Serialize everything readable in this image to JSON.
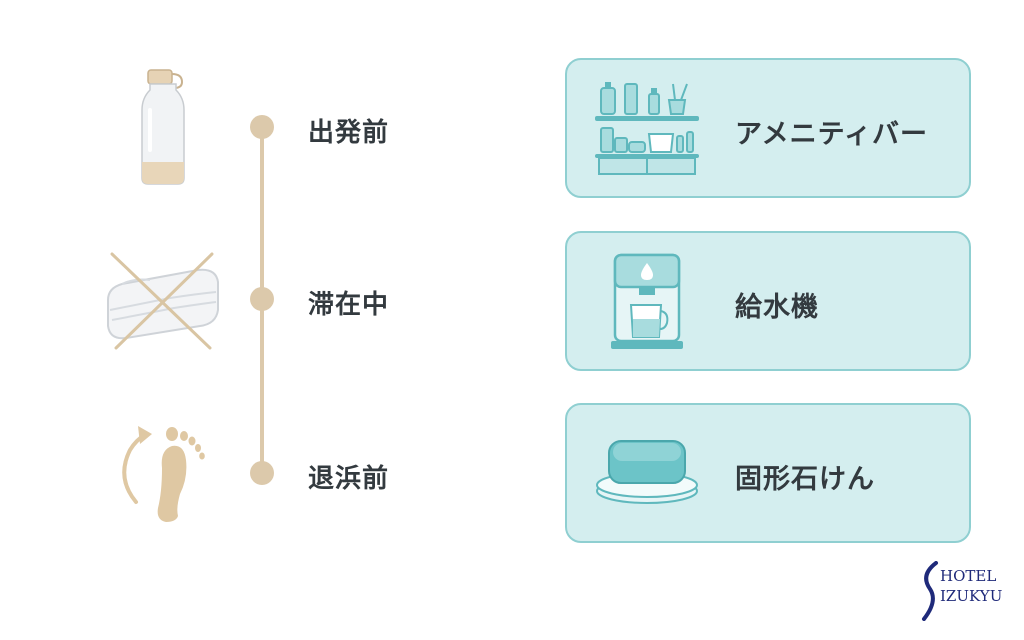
{
  "timeline": {
    "steps": [
      {
        "label": "出発前",
        "icon": "water-bottle-icon"
      },
      {
        "label": "滞在中",
        "icon": "crossed-towel-icon"
      },
      {
        "label": "退浜前",
        "icon": "footprint-arrow-icon"
      }
    ]
  },
  "cards": [
    {
      "label": "アメニティバー",
      "icon": "amenity-shelf-icon"
    },
    {
      "label": "給水機",
      "icon": "water-dispenser-icon"
    },
    {
      "label": "固形石けん",
      "icon": "soap-bar-icon"
    }
  ],
  "brand": {
    "line1": "HOTEL",
    "line2": "IZUKYU"
  },
  "colors": {
    "timeline": "#dcc9ab",
    "card_fill": "#d4eeef",
    "card_border": "#8fcfd1",
    "icon_teal": "#5fb8bd",
    "brand": "#1f2a7a"
  }
}
